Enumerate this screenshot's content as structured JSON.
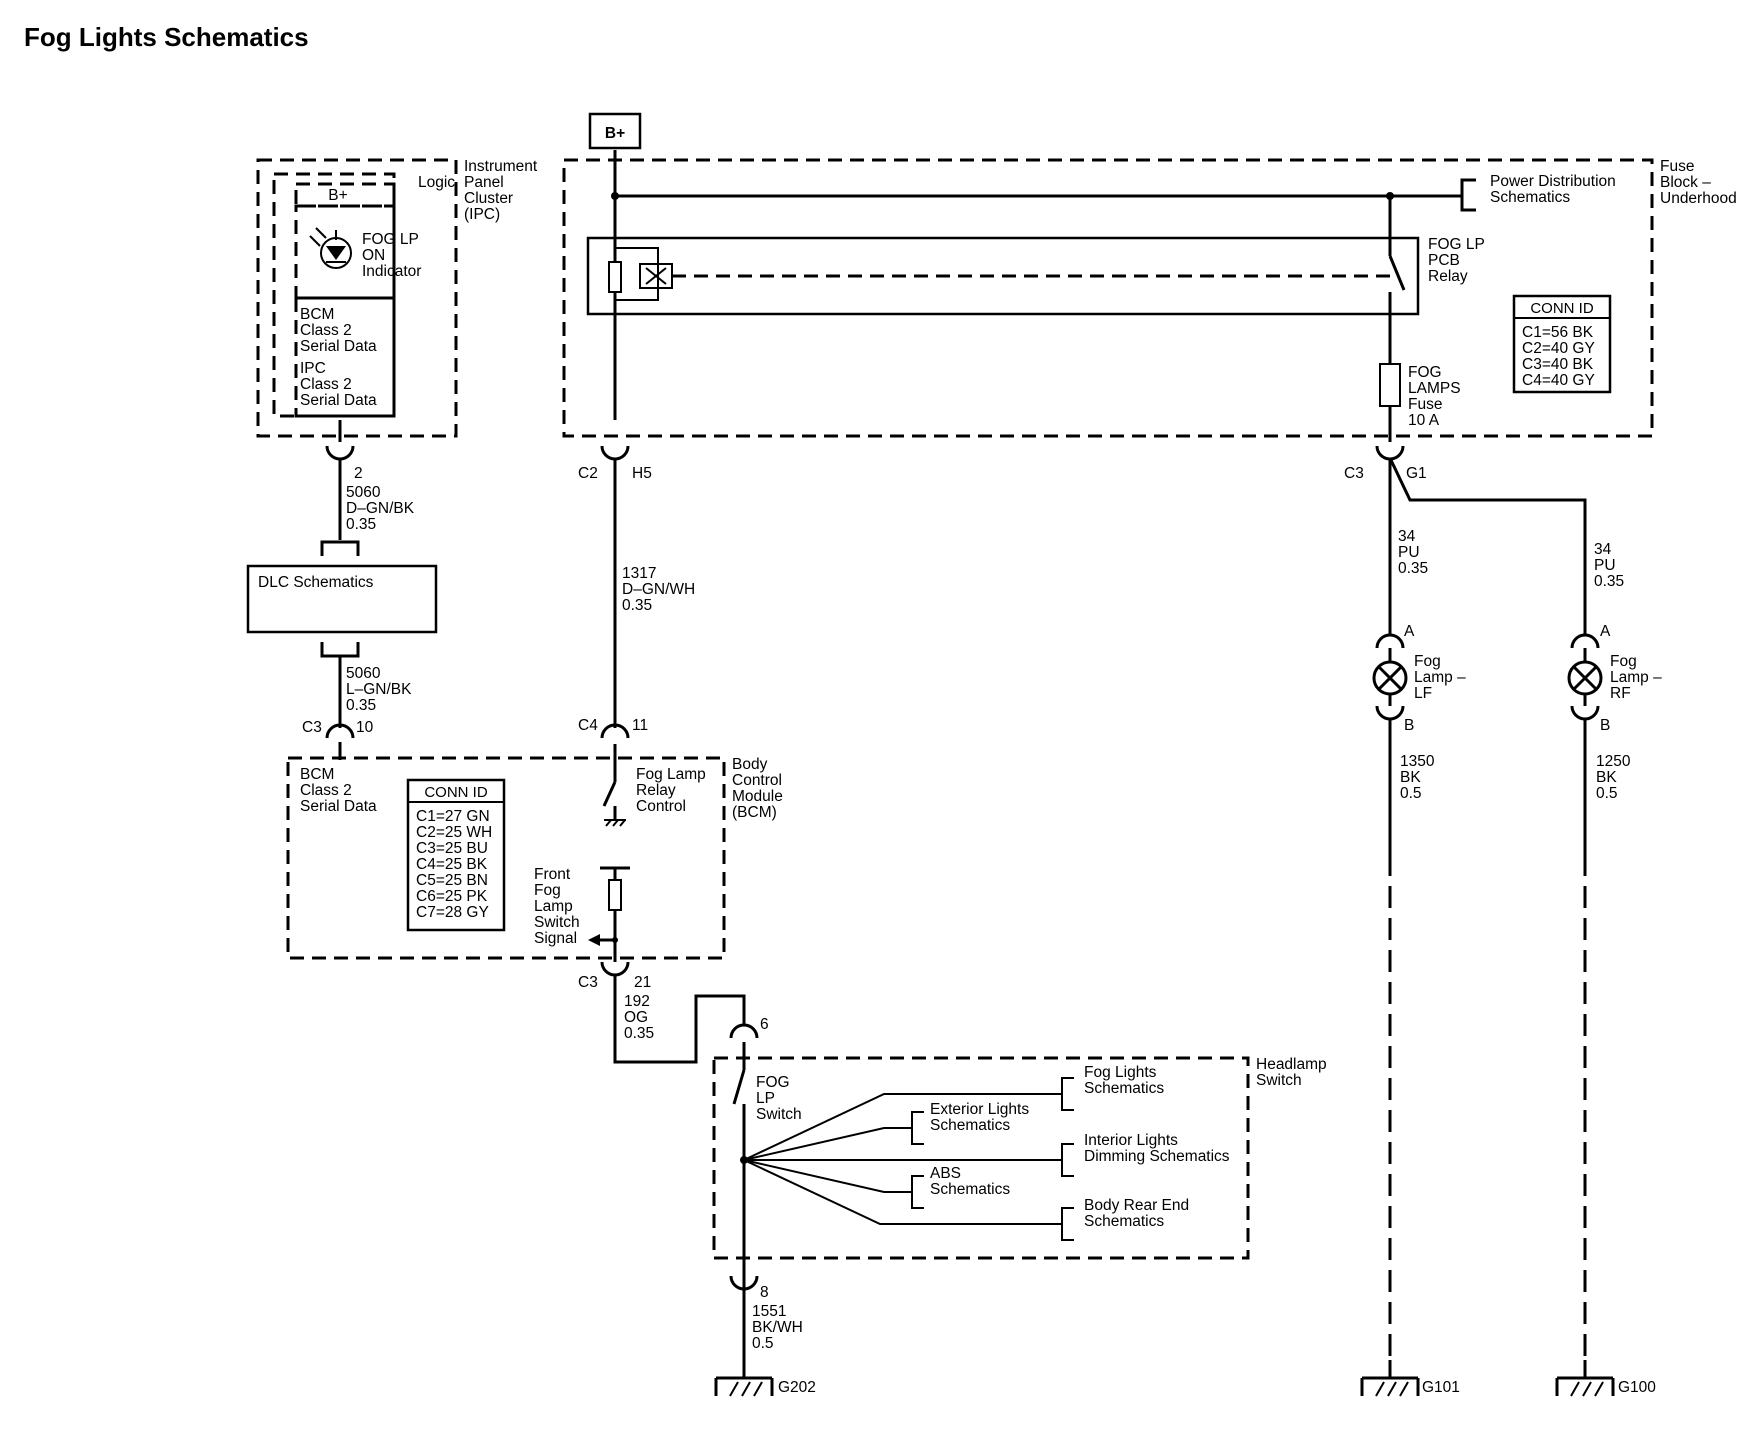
{
  "title": "Fog Lights Schematics",
  "bplus_main": "B+",
  "ipc": {
    "bplus": "B+",
    "logic": "Logic",
    "name": [
      "Instrument",
      "Panel",
      "Cluster",
      "(IPC)"
    ],
    "indicator": [
      "FOG LP",
      "ON",
      "Indicator"
    ],
    "bcm_data": [
      "BCM",
      "Class 2",
      "Serial Data"
    ],
    "ipc_data": [
      "IPC",
      "Class 2",
      "Serial Data"
    ]
  },
  "fuse_block": {
    "name": [
      "Fuse",
      "Block –",
      "Underhood"
    ],
    "power_dist": [
      "Power Distribution",
      "Schematics"
    ],
    "relay": [
      "FOG LP",
      "PCB",
      "Relay"
    ],
    "fuse": [
      "FOG",
      "LAMPS",
      "Fuse",
      "10 A"
    ],
    "conn_title": "CONN ID",
    "conn": [
      "C1=56 BK",
      "C2=40 GY",
      "C3=40 BK",
      "C4=40 GY"
    ]
  },
  "wires": {
    "ipc_dlc": {
      "pin": "2",
      "lines": [
        "5060",
        "D–GN/BK",
        "0.35"
      ]
    },
    "dlc_bcm": {
      "lines": [
        "5060",
        "L–GN/BK",
        "0.35"
      ],
      "conn": "C3",
      "pin": "10"
    },
    "relay_bcm": {
      "conn_top": "C2",
      "pin_top": "H5",
      "lines": [
        "1317",
        "D–GN/WH",
        "0.35"
      ],
      "conn": "C4",
      "pin": "11"
    },
    "bcm_switch": {
      "conn": "C3",
      "pin": "21",
      "lines": [
        "192",
        "OG",
        "0.35"
      ],
      "sw_pin": "6"
    },
    "switch_ground": {
      "pin": "8",
      "lines": [
        "1551",
        "BK/WH",
        "0.5"
      ],
      "ground": "G202"
    },
    "fuse_out": {
      "conn": "C3",
      "pin": "G1"
    },
    "lf_feed": {
      "lines": [
        "34",
        "PU",
        "0.35"
      ]
    },
    "rf_feed": {
      "lines": [
        "34",
        "PU",
        "0.35"
      ]
    },
    "lf_ground": {
      "lines": [
        "1350",
        "BK",
        "0.5"
      ],
      "ground": "G101"
    },
    "rf_ground": {
      "lines": [
        "1250",
        "BK",
        "0.5"
      ],
      "ground": "G100"
    }
  },
  "dlc": "DLC Schematics",
  "bcm": {
    "name": [
      "Body",
      "Control",
      "Module",
      "(BCM)"
    ],
    "serial": [
      "BCM",
      "Class 2",
      "Serial Data"
    ],
    "conn_title": "CONN ID",
    "conn": [
      "C1=27 GN",
      "C2=25 WH",
      "C3=25 BU",
      "C4=25 BK",
      "C5=25 BN",
      "C6=25 PK",
      "C7=28 GY"
    ],
    "relay_ctrl": [
      "Fog Lamp",
      "Relay",
      "Control"
    ],
    "switch_signal": [
      "Front",
      "Fog",
      "Lamp",
      "Switch",
      "Signal"
    ]
  },
  "headlamp": {
    "name": [
      "Headlamp",
      "Switch"
    ],
    "fog_sw": [
      "FOG",
      "LP",
      "Switch"
    ],
    "fog_lights": [
      "Fog Lights",
      "Schematics"
    ],
    "exterior": [
      "Exterior Lights",
      "Schematics"
    ],
    "interior": [
      "Interior Lights",
      "Dimming Schematics"
    ],
    "abs": [
      "ABS",
      "Schematics"
    ],
    "rear": [
      "Body Rear End",
      "Schematics"
    ]
  },
  "lamps": {
    "lf": {
      "name": [
        "Fog",
        "Lamp –",
        "LF"
      ],
      "pin_a": "A",
      "pin_b": "B"
    },
    "rf": {
      "name": [
        "Fog",
        "Lamp –",
        "RF"
      ],
      "pin_a": "A",
      "pin_b": "B"
    }
  }
}
